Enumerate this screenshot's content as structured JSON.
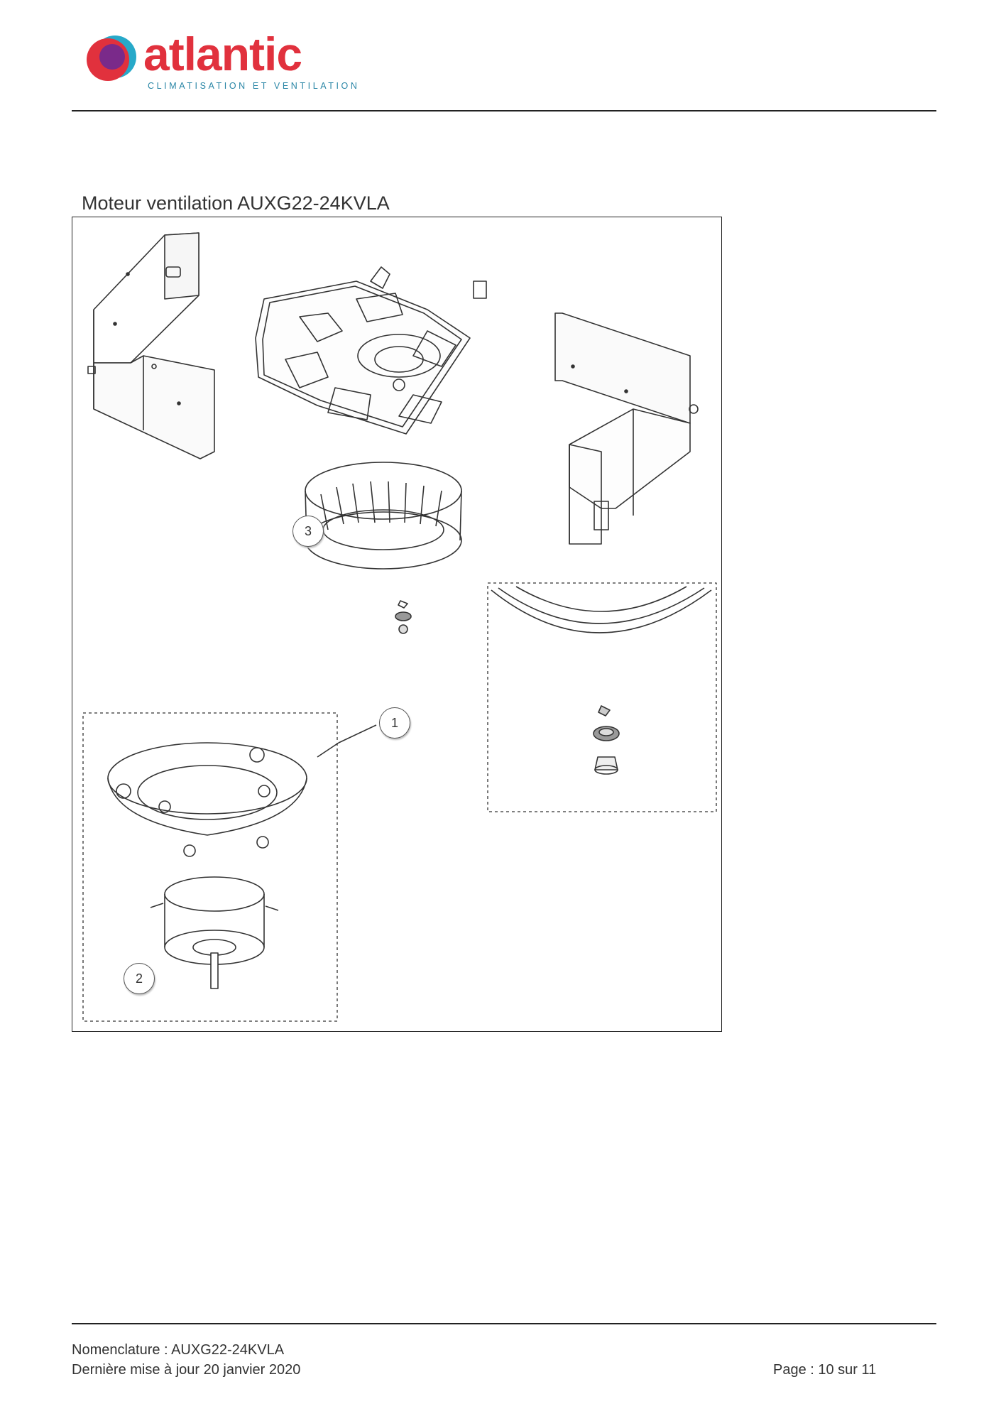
{
  "header": {
    "brand_name": "atlantic",
    "brand_tagline": "CLIMATISATION ET VENTILATION"
  },
  "section": {
    "title": "Moteur ventilation AUXG22-24KVLA"
  },
  "diagram": {
    "callouts": [
      {
        "id": "3",
        "label": "3"
      },
      {
        "id": "1",
        "label": "1"
      },
      {
        "id": "2",
        "label": "2"
      }
    ]
  },
  "footer": {
    "nomenclature": "Nomenclature : AUXG22-24KVLA",
    "last_update": "Dernière mise à jour 20 janvier 2020",
    "page": "Page : 10 sur 11"
  },
  "colors": {
    "brand_red": "#e1313d",
    "brand_blue": "#2a86a6",
    "logo_purple": "#7a2a8a"
  },
  "icons": {
    "logo": "atlantic-logo-icon"
  }
}
